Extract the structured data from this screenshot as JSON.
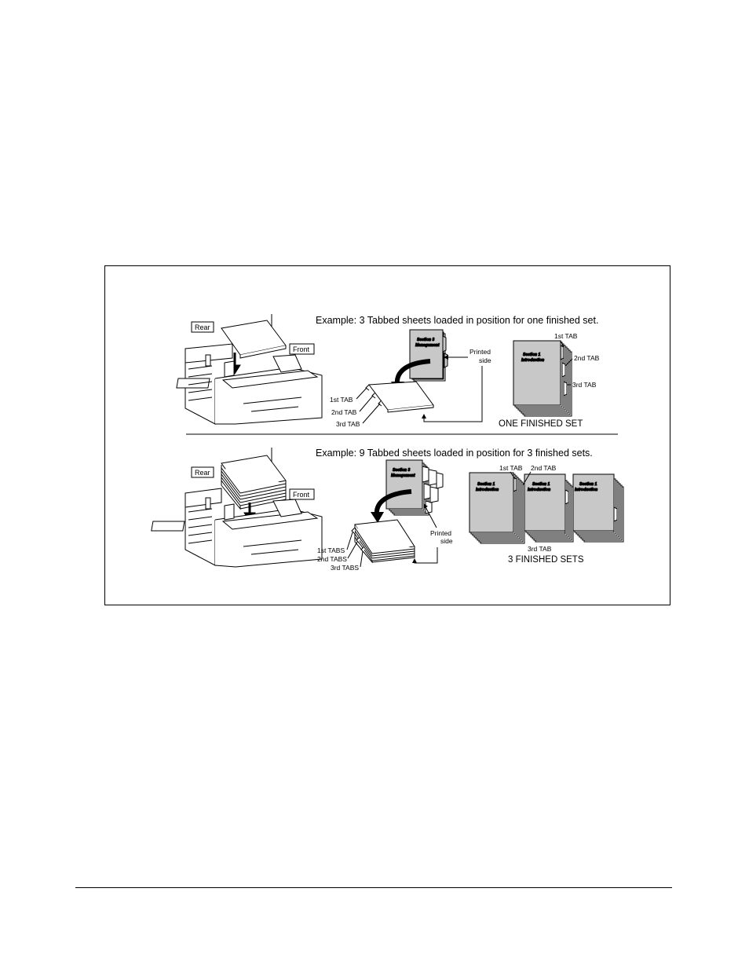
{
  "figure": {
    "top_panel": {
      "caption": "Example: 3 Tabbed sheets loaded in position for one finished set.",
      "tray_label_rear": "Rear",
      "tray_label_front": "Front",
      "stack_tabs": [
        "1st TAB",
        "2nd TAB",
        "3rd TAB"
      ],
      "printed_side": [
        "Printed",
        "side"
      ],
      "sheet_title": [
        "Section 3",
        "Management"
      ],
      "set_title": [
        "Section 1",
        "Introduction"
      ],
      "set_tabs": [
        "1st TAB",
        "2nd TAB",
        "3rd TAB"
      ],
      "result_label": "ONE FINISHED SET"
    },
    "bottom_panel": {
      "caption": "Example: 9 Tabbed sheets loaded in position for 3 finished sets.",
      "tray_label_rear": "Rear",
      "tray_label_front": "Front",
      "stack_tabs": [
        "1st TABS",
        "2nd TABS",
        "3rd TABS"
      ],
      "printed_side": [
        "Printed",
        "side"
      ],
      "sheet_title": [
        "Section 3",
        "Management"
      ],
      "set_title": [
        "Section 1",
        "Introduction"
      ],
      "set_tabs": [
        "1st TAB",
        "2nd TAB",
        "3rd TAB"
      ],
      "result_label": "3 FINISHED SETS"
    }
  },
  "colors": {
    "line": "#000000",
    "page_gray": "#c8c8c8",
    "background": "#ffffff"
  }
}
